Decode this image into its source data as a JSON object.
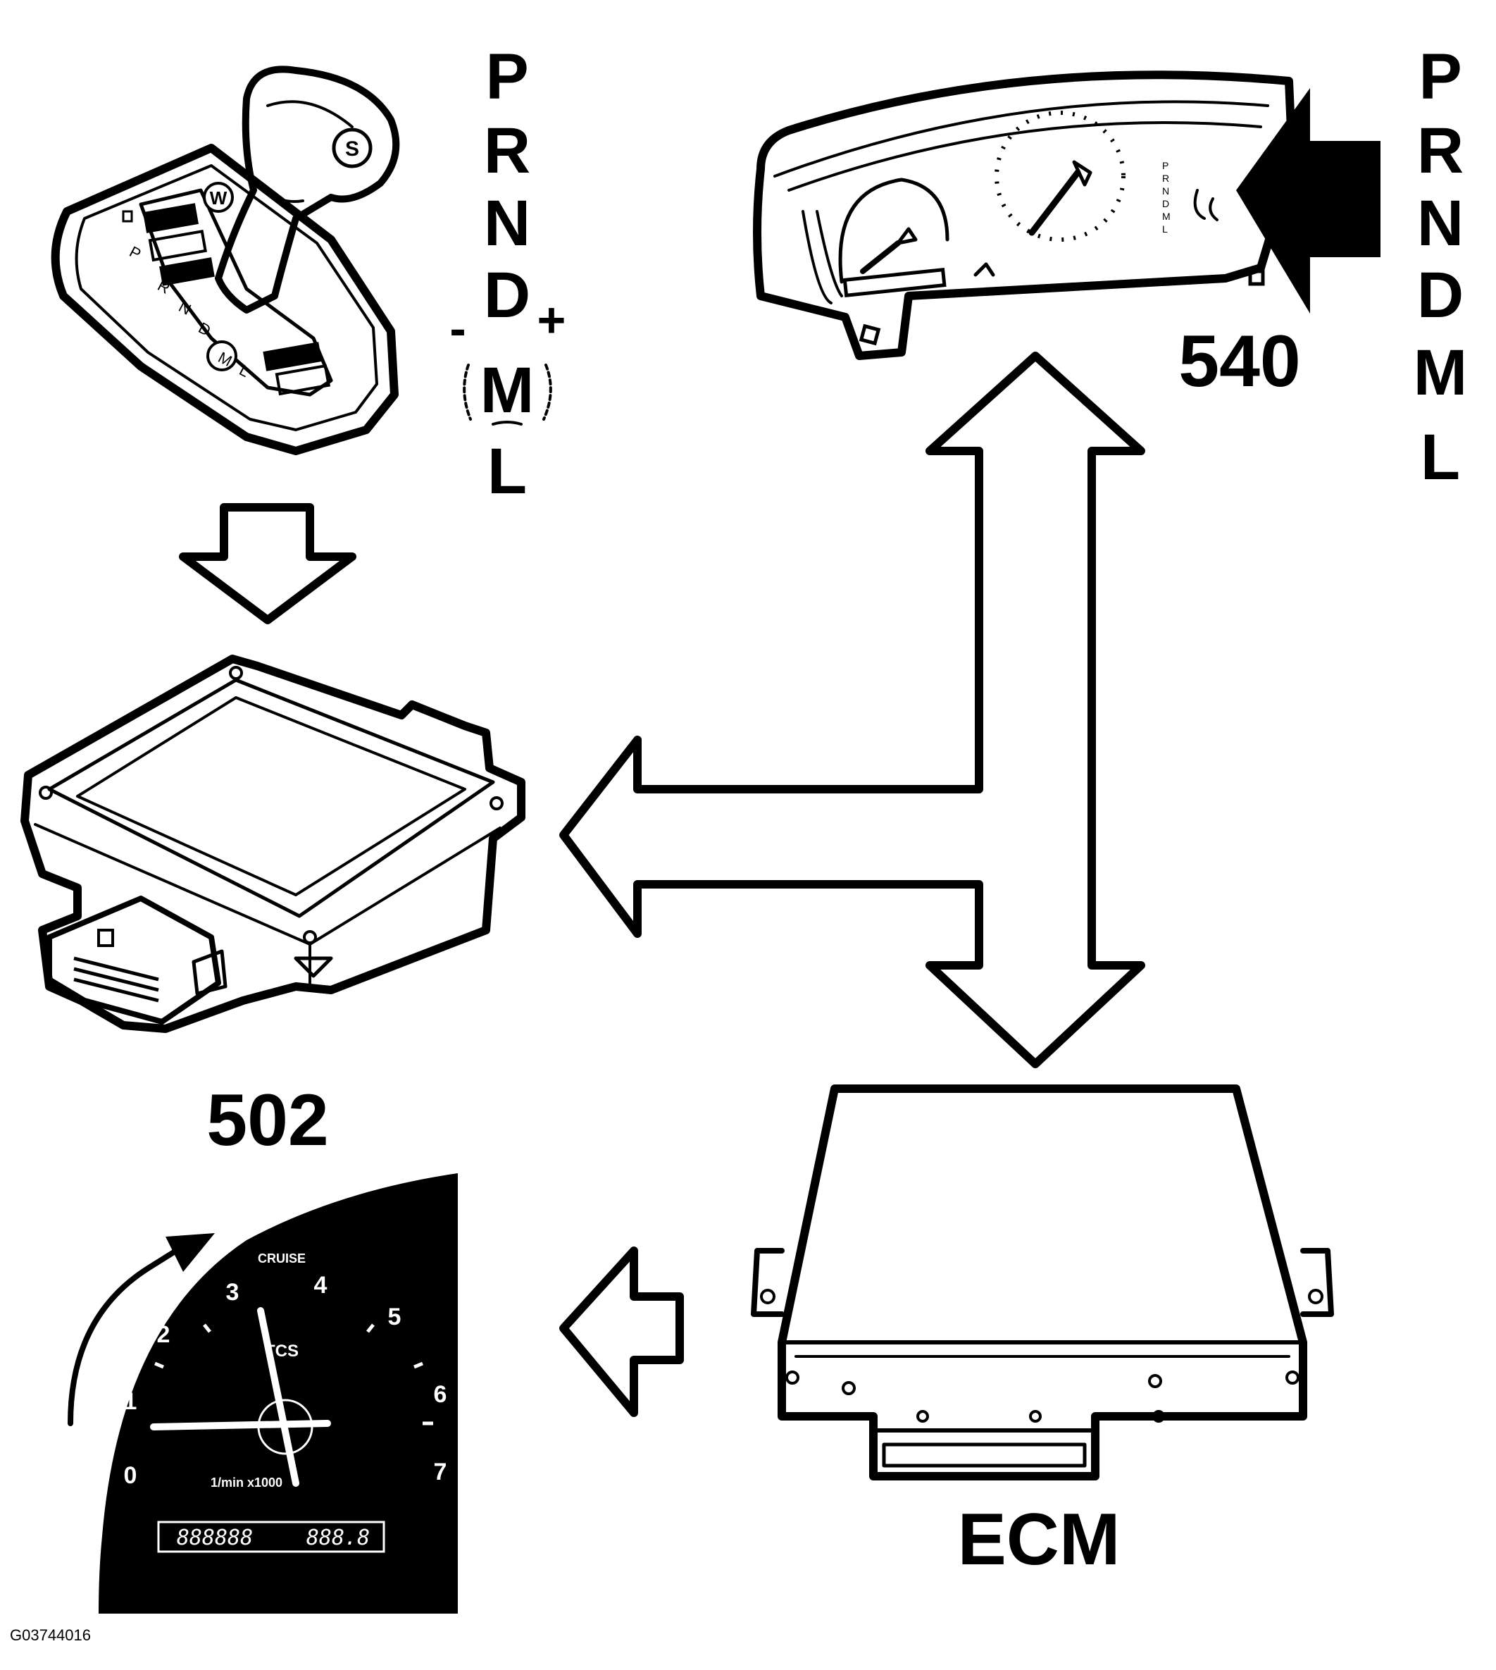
{
  "colors": {
    "ink": "#000000",
    "paper": "#ffffff"
  },
  "shifter": {
    "gear_letters": [
      "P",
      "R",
      "N",
      "D",
      "M",
      "L"
    ],
    "minus": "-",
    "plus": "+",
    "knob_button": "S",
    "winter_button": "W",
    "gate_letters": [
      "P",
      "R",
      "N",
      "D",
      "M",
      "L"
    ]
  },
  "cluster": {
    "label": "540",
    "gear_display": [
      "P",
      "R",
      "N",
      "D",
      "M",
      "L"
    ]
  },
  "tcm": {
    "label": "502"
  },
  "ecm": {
    "label": "ECM"
  },
  "tacho": {
    "cruise": "CRUISE",
    "tcs": "TCS",
    "scale": [
      "0",
      "1",
      "2",
      "3",
      "4",
      "5",
      "6",
      "7"
    ],
    "unit": "1/min x1000",
    "odometer": "888888",
    "tripmeter": "888.8"
  },
  "figure_id": "G03744016"
}
